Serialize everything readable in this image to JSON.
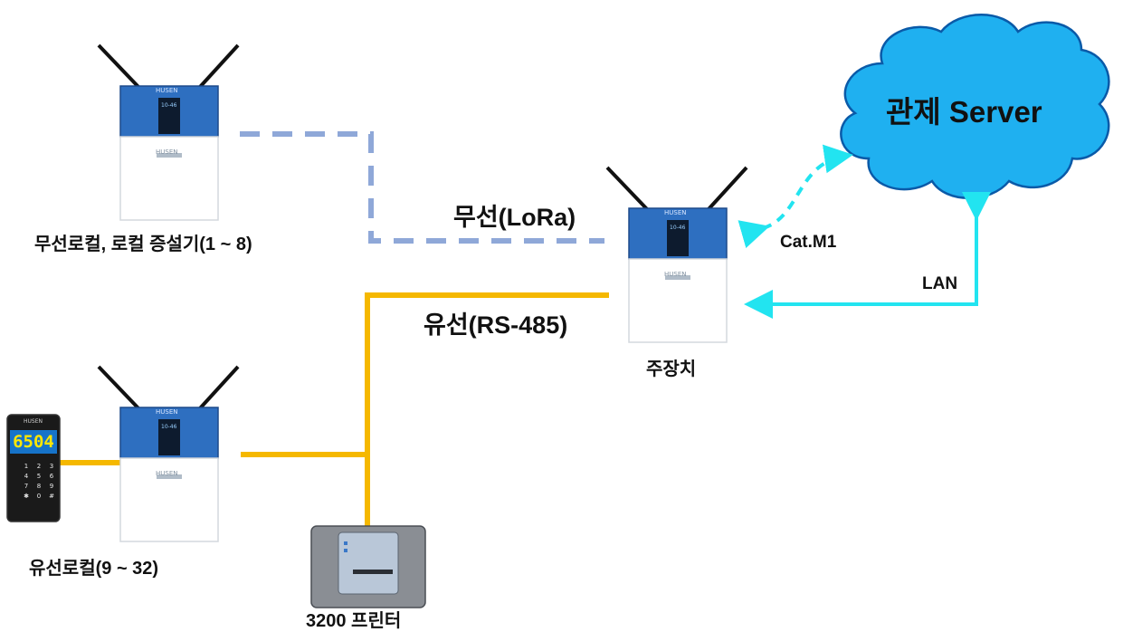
{
  "server": {
    "label": "관제 Server"
  },
  "links": {
    "wireless": "무선(LoRa)",
    "wired": "유선(RS-485)",
    "catm1": "Cat.M1",
    "lan": "LAN"
  },
  "devices": {
    "main_unit": {
      "label": "주장치",
      "brand": "HUSEN",
      "screen": "10-46"
    },
    "wireless_local": {
      "label": "무선로컬, 로컬 증설기(1 ~ 8)",
      "brand": "HUSEN",
      "screen": "10-46"
    },
    "wired_local": {
      "label": "유선로컬(9 ~ 32)",
      "brand": "HUSEN",
      "screen": "10-46"
    },
    "keypad": {
      "display": "6504",
      "brand": "HUSEN",
      "keys": [
        "1",
        "2",
        "3",
        "4",
        "5",
        "6",
        "7",
        "8",
        "9",
        "✱",
        "0",
        "#"
      ]
    },
    "printer": {
      "label": "3200 프린터"
    }
  },
  "colors": {
    "device_blue": "#2e6fc0",
    "wireless_line": "#8fa8d8",
    "wired_line": "#f5b800",
    "cloud": "#1fb0f0",
    "network_line": "#22e4f0"
  }
}
